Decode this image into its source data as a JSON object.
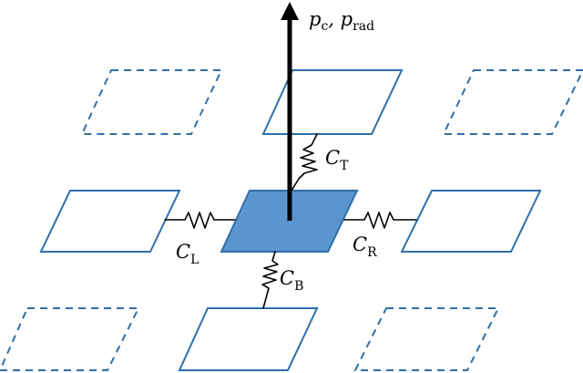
{
  "labels": {
    "output": {
      "p1": "p",
      "p1_sub": "c",
      "sep": ", ",
      "p2": "p",
      "p2_sub": "rad"
    },
    "top": {
      "sym": "C",
      "sub": "T"
    },
    "left": {
      "sym": "C",
      "sub": "L"
    },
    "right": {
      "sym": "C",
      "sub": "R"
    },
    "bottom": {
      "sym": "C",
      "sub": "B"
    }
  },
  "colors": {
    "cell_stroke": "#2f6fa8",
    "center_fill": "#5b95d0",
    "wire": "#000000"
  }
}
